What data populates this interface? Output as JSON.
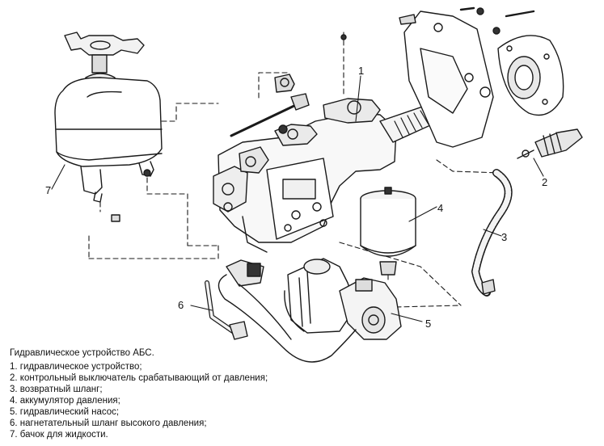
{
  "figure": {
    "title": "Гидравлическое устройство АБС.",
    "legend": [
      {
        "number": "1",
        "text": "1. гидравлическое устройство;"
      },
      {
        "number": "2",
        "text": "2. контрольный выключатель срабатывающий от давления;"
      },
      {
        "number": "3",
        "text": "3. возвратный шланг;"
      },
      {
        "number": "4",
        "text": "4. аккумулятор давления;"
      },
      {
        "number": "5",
        "text": "5. гидравлический насос;"
      },
      {
        "number": "6",
        "text": "6. нагнетательный шланг высокого давления;"
      },
      {
        "number": "7",
        "text": "7. бачок для жидкости."
      }
    ],
    "callouts": [
      "1",
      "2",
      "3",
      "4",
      "5",
      "6",
      "7"
    ]
  }
}
